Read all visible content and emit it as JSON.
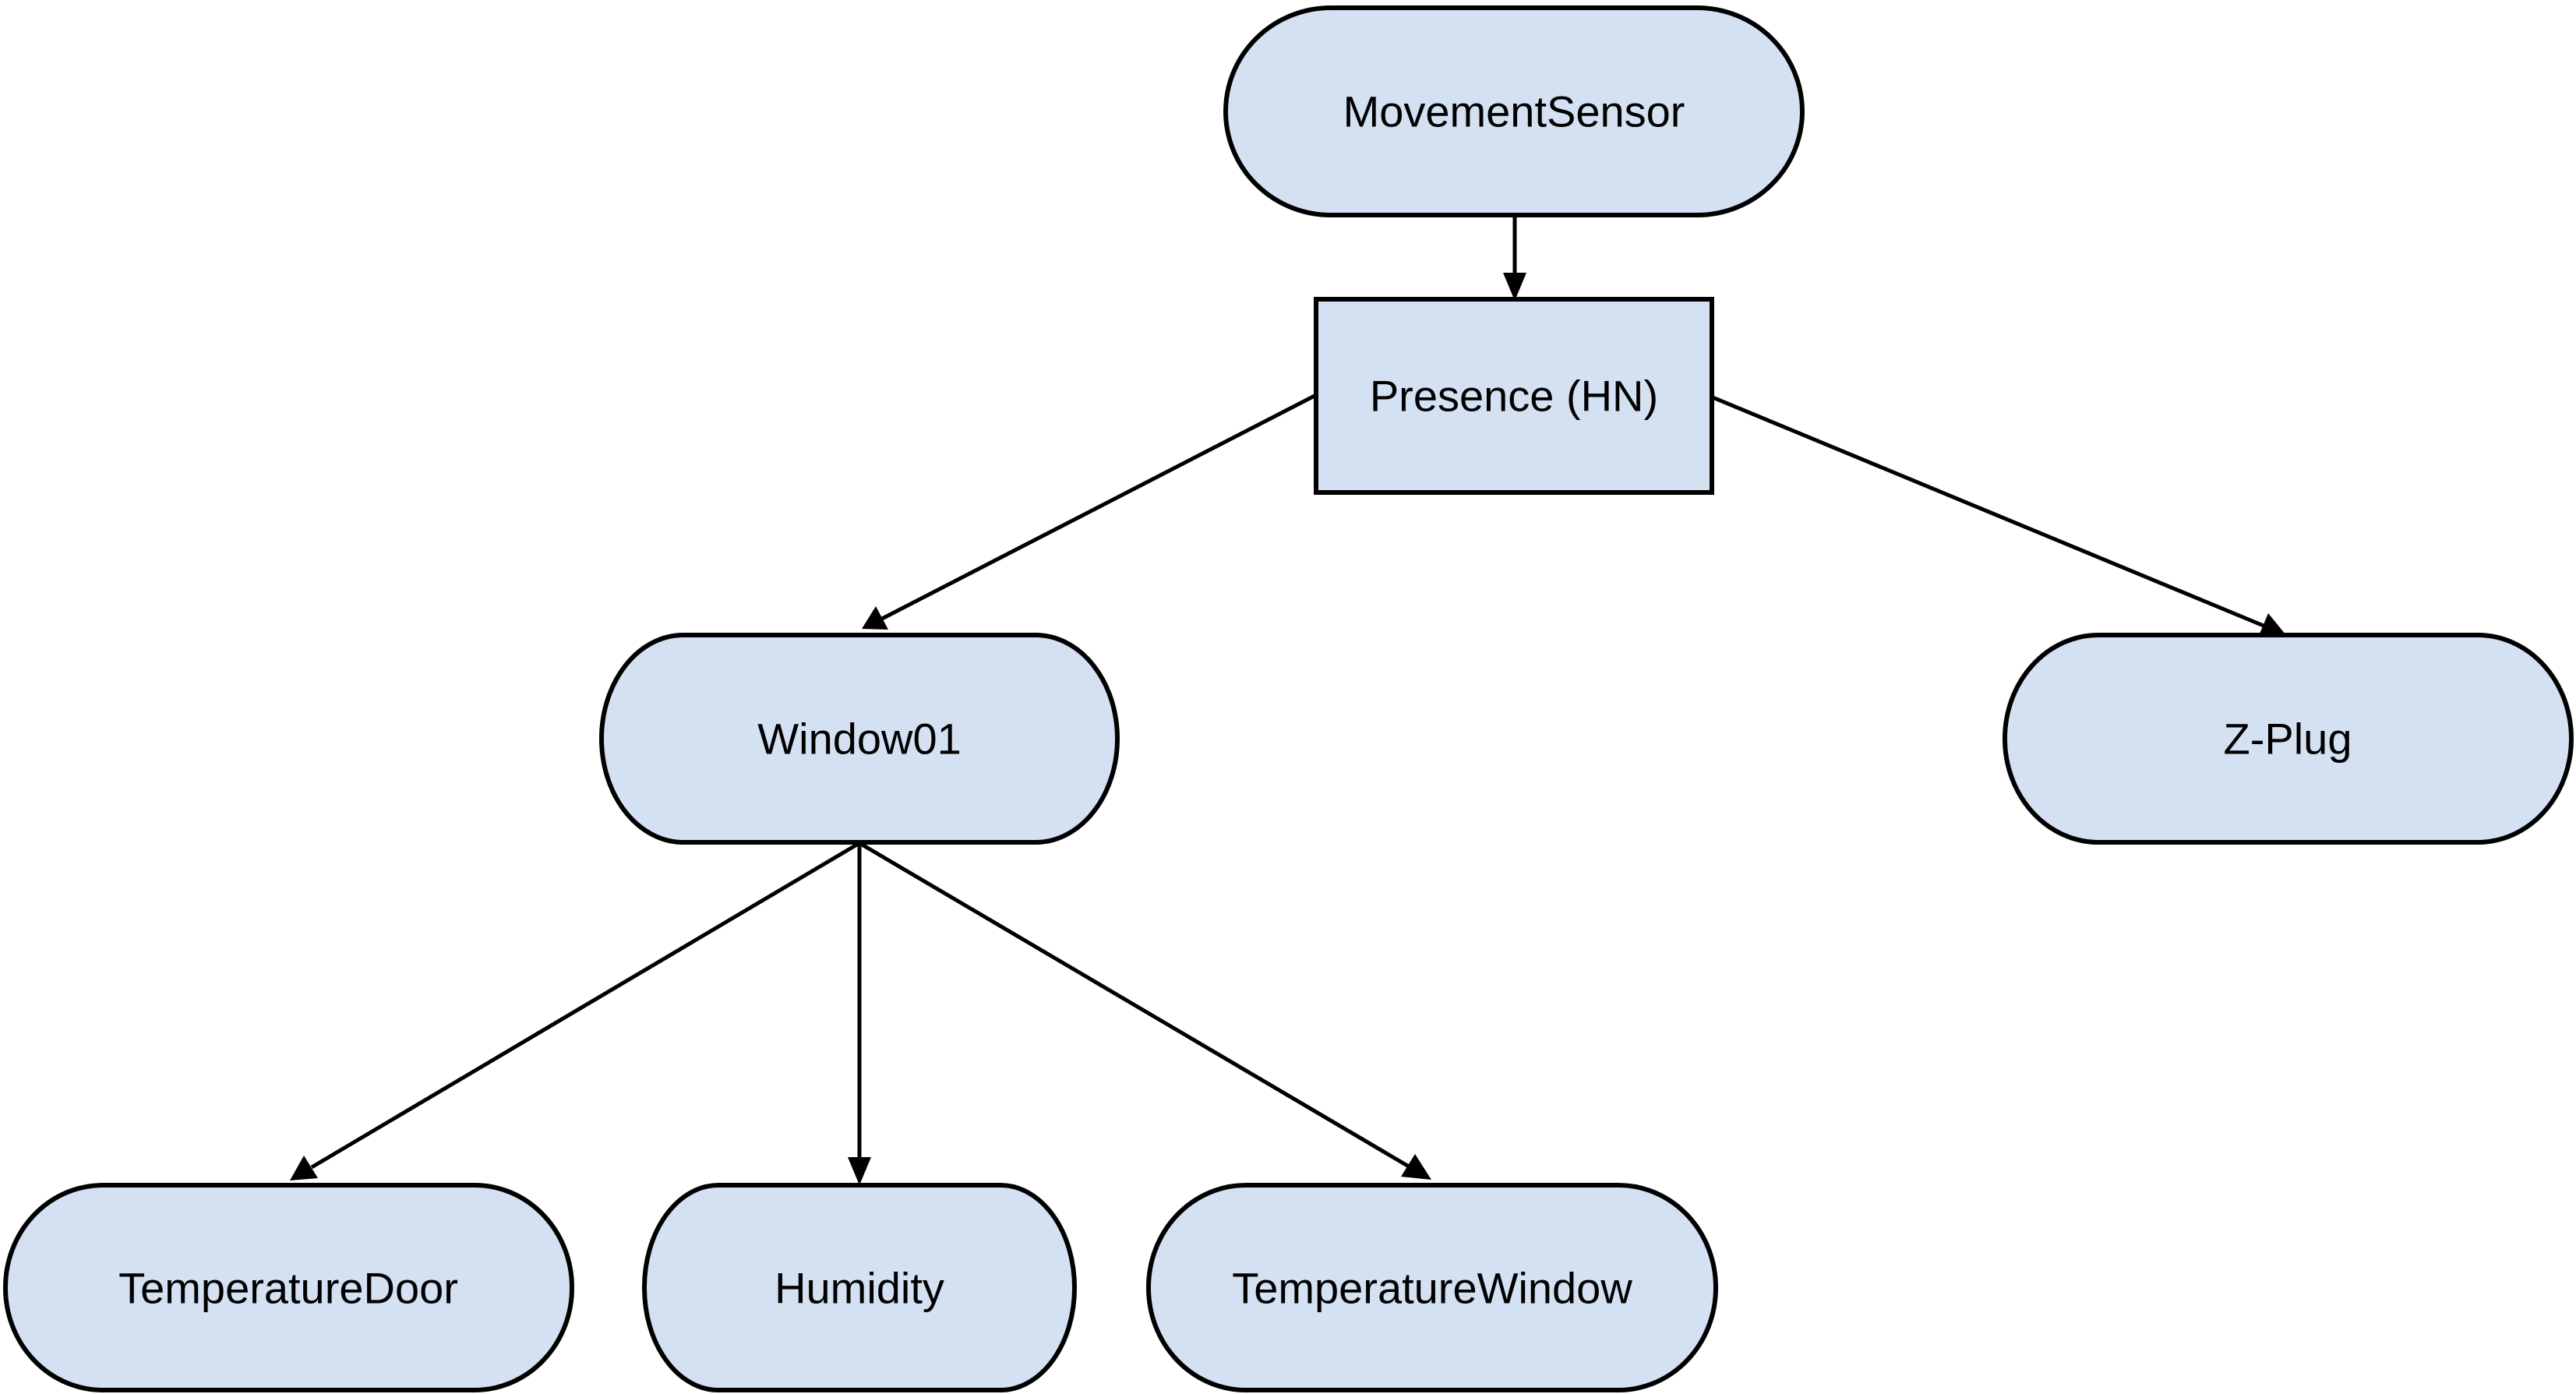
{
  "colors": {
    "node_fill": "#d4e1f2",
    "stroke": "#000000"
  },
  "nodes": {
    "movement_sensor": {
      "label": "MovementSensor",
      "shape": "rounded"
    },
    "presence": {
      "label": "Presence (HN)",
      "shape": "rectangle"
    },
    "window01": {
      "label": "Window01",
      "shape": "rounded"
    },
    "zplug": {
      "label": "Z-Plug",
      "shape": "rounded"
    },
    "temperature_door": {
      "label": "TemperatureDoor",
      "shape": "rounded"
    },
    "humidity": {
      "label": "Humidity",
      "shape": "rounded"
    },
    "temperature_window": {
      "label": "TemperatureWindow",
      "shape": "rounded"
    }
  },
  "edges": [
    {
      "from": "MovementSensor",
      "to": "Presence (HN)"
    },
    {
      "from": "Presence (HN)",
      "to": "Window01"
    },
    {
      "from": "Presence (HN)",
      "to": "Z-Plug"
    },
    {
      "from": "Window01",
      "to": "TemperatureDoor"
    },
    {
      "from": "Window01",
      "to": "Humidity"
    },
    {
      "from": "Window01",
      "to": "TemperatureWindow"
    }
  ]
}
